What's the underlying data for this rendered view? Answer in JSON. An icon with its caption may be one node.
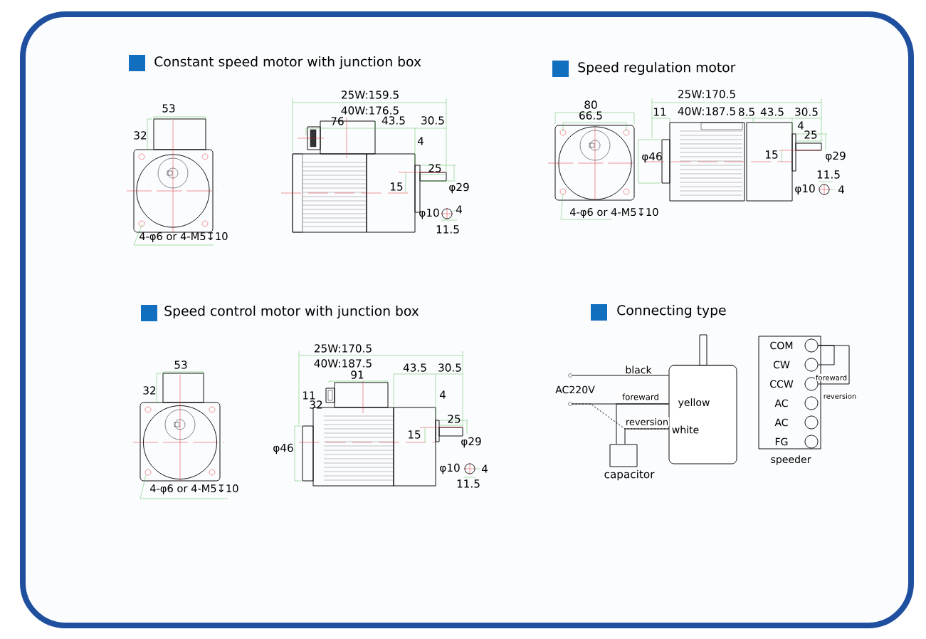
{
  "diagram": {
    "nodes": [
      {
        "text": [
          "yellow",
          "white"
        ]
      },
      {
        "text": [],
        "shape": "box",
        "beside": [
          "capacitor"
        ]
      },
      {
        "text": [
          "COM",
          "CW",
          "CCW",
          "AC",
          "AC",
          "FG"
        ],
        "beside": [
          "speeder"
        ]
      },
      {
        "text": [],
        "shape": "circle",
        "in": 2
      },
      {
        "text": [],
        "shape": "circle",
        "in": 2
      },
      {
        "text": [],
        "shape": "circle",
        "in": 2
      },
      {
        "text": [],
        "shape": "circle",
        "in": 2
      },
      {
        "text": [],
        "shape": "circle",
        "in": 2
      },
      {
        "text": [],
        "shape": "circle",
        "in": 2
      },
      {
        "text": [],
        "shape": "circle"
      },
      {
        "text": [],
        "shape": "circle"
      }
    ],
    "edges": [
      {
        "from": 9,
        "to": 0,
        "arrow": "none",
        "label": "black"
      },
      {
        "from": 10,
        "to": 0,
        "arrow": "none",
        "label": "foreward"
      },
      {
        "from": 10,
        "to": 0,
        "arrow": "none",
        "label": "reversion",
        "style": "dashed"
      },
      {
        "from": 1,
        "to": 0,
        "arrow": "none"
      },
      {
        "from": 1,
        "to": 0,
        "arrow": "none"
      },
      {
        "from": 3,
        "to": 4,
        "arrow": "none",
        "label": "foreward"
      },
      {
        "from": 3,
        "to": 5,
        "arrow": "none",
        "label": "reversion"
      }
    ],
    "labels": [
      "Constant speed motor with junction box",
      "53",
      "32",
      "4-φ6 or 4-M5↧10",
      "25W:159.5",
      "40W:176.5",
      "76",
      "43.5",
      "30.5",
      "4",
      "25",
      "15",
      "φ29",
      "φ10",
      "4",
      "11.5",
      "Speed regulation motor",
      "80",
      "66.5",
      "4-φ6 or 4-M5↧10",
      "25W:170.5",
      "11",
      "40W:187.5",
      "8.5",
      "43.5",
      "30.5",
      "4",
      "25",
      "φ46",
      "15",
      "φ29",
      "11.5",
      "φ10",
      "4",
      "Speed control motor with junction box",
      "53",
      "32",
      "4-φ6 or 4-M5↧10",
      "25W:170.5",
      "40W:187.5",
      "43.5",
      "30.5",
      "91",
      "11",
      "4",
      "32",
      "25",
      "15",
      "φ46",
      "φ29",
      "φ10",
      "4",
      "11.5",
      "Connecting type",
      "AC220V"
    ]
  }
}
